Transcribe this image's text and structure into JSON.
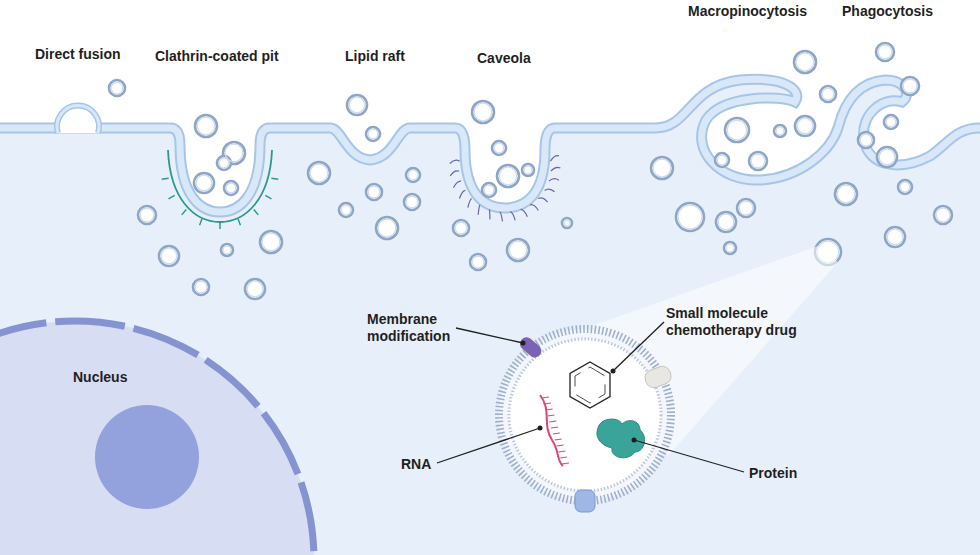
{
  "diagram": {
    "nodes": [
      {
        "text": [
          "Nucleus"
        ]
      }
    ],
    "labels": [
      "Direct fusion",
      "Clathrin-coated pit",
      "Lipid raft",
      "Caveola",
      "Macropinocytosis",
      "Phagocytosis",
      "Membrane modification",
      "Small molecule chemotherapy drug",
      "RNA",
      "Protein"
    ]
  }
}
